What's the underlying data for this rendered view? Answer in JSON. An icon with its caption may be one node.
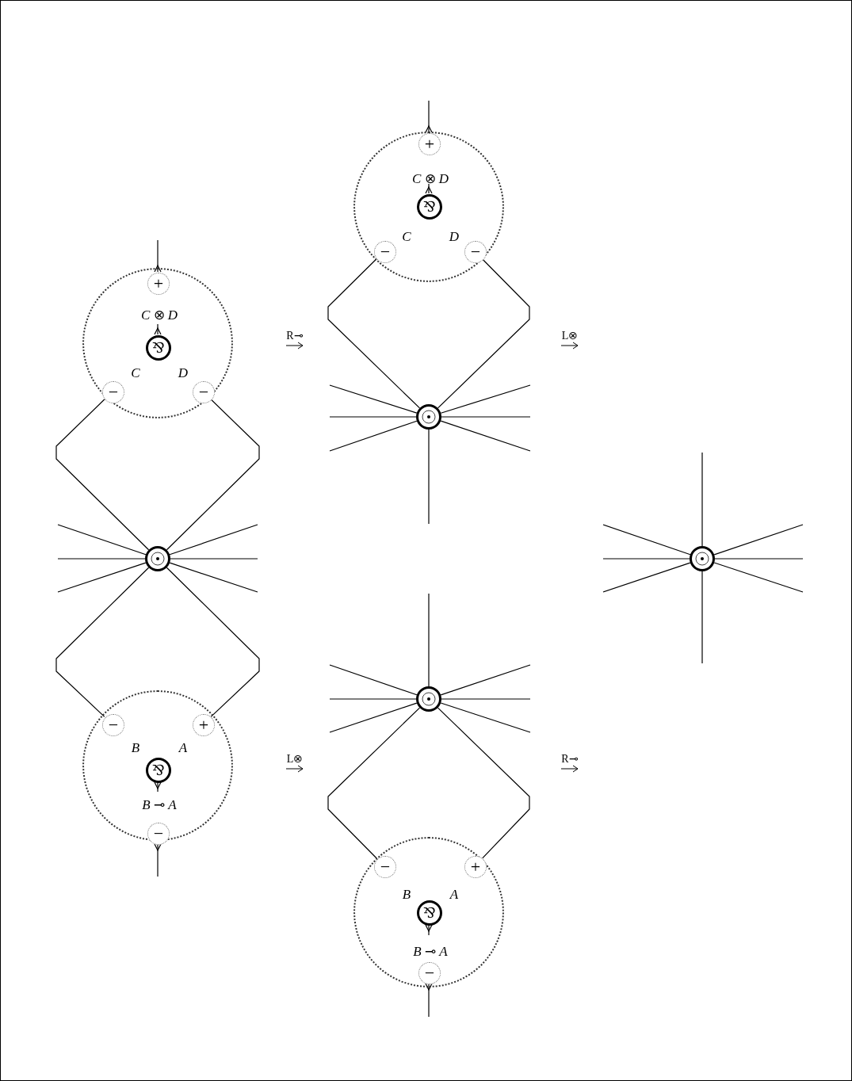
{
  "diagram": {
    "nodes": [
      {
        "text": [
          "*C* ⊗ *D*",
          "*C*",
          "*D*"
        ]
      },
      {
        "text": [
          "+"
        ],
        "in": 0
      },
      {
        "text": [
          "⅋"
        ],
        "in": 0
      },
      {
        "text": [
          "−"
        ],
        "in": 0
      },
      {
        "text": [
          "−"
        ],
        "in": 0
      },
      {
        "text": [],
        "shape": "circle"
      },
      {
        "text": [
          "*B*",
          "*A*",
          "*B* ⊸ *A*"
        ]
      },
      {
        "text": [
          "−"
        ],
        "in": 6
      },
      {
        "text": [
          "+"
        ],
        "in": 6
      },
      {
        "text": [
          "⅋"
        ],
        "in": 6
      },
      {
        "text": [
          "−"
        ],
        "in": 6
      },
      {
        "text": [
          "*C* ⊗ *D*",
          "*C*",
          "*D*"
        ]
      },
      {
        "text": [
          "+"
        ],
        "in": 11
      },
      {
        "text": [
          "⅋"
        ],
        "in": 11
      },
      {
        "text": [
          "−"
        ],
        "in": 11
      },
      {
        "text": [
          "−"
        ],
        "in": 11
      },
      {
        "text": [],
        "shape": "circle"
      },
      {
        "text": [],
        "shape": "circle"
      },
      {
        "text": [
          "*B*",
          "*A*",
          "*B* ⊸ *A*"
        ]
      },
      {
        "text": [
          "−"
        ],
        "in": 18
      },
      {
        "text": [
          "+"
        ],
        "in": 18
      },
      {
        "text": [
          "⅋"
        ],
        "in": 18
      },
      {
        "text": [
          "−"
        ],
        "in": 18
      },
      {
        "text": [],
        "shape": "circle"
      }
    ],
    "edges": [
      {
        "from": 1,
        "to": null,
        "arrow": "other"
      },
      {
        "from": 2,
        "to": null,
        "arrow": "other"
      },
      {
        "from": 3,
        "to": 5,
        "arrow": "none"
      },
      {
        "from": 4,
        "to": 5,
        "arrow": "none"
      },
      {
        "from": 5,
        "to": null,
        "arrow": "none"
      },
      {
        "from": 5,
        "to": null,
        "arrow": "none"
      },
      {
        "from": 5,
        "to": null,
        "arrow": "none"
      },
      {
        "from": 5,
        "to": null,
        "arrow": "none"
      },
      {
        "from": 5,
        "to": null,
        "arrow": "none"
      },
      {
        "from": 5,
        "to": null,
        "arrow": "none"
      },
      {
        "from": 5,
        "to": 7,
        "arrow": "none"
      },
      {
        "from": 5,
        "to": 8,
        "arrow": "none"
      },
      {
        "from": 9,
        "to": null,
        "arrow": "other"
      },
      {
        "from": 10,
        "to": null,
        "arrow": "other"
      },
      {
        "from": 12,
        "to": null,
        "arrow": "other"
      },
      {
        "from": 13,
        "to": null,
        "arrow": "other"
      },
      {
        "from": 14,
        "to": 16,
        "arrow": "none"
      },
      {
        "from": 15,
        "to": 16,
        "arrow": "none"
      },
      {
        "from": 16,
        "to": null,
        "arrow": "none"
      },
      {
        "from": 16,
        "to": null,
        "arrow": "none"
      },
      {
        "from": 16,
        "to": null,
        "arrow": "none"
      },
      {
        "from": 16,
        "to": null,
        "arrow": "none"
      },
      {
        "from": 16,
        "to": null,
        "arrow": "none"
      },
      {
        "from": 16,
        "to": null,
        "arrow": "none"
      },
      {
        "from": 16,
        "to": null,
        "arrow": "none"
      },
      {
        "from": 17,
        "to": null,
        "arrow": "none"
      },
      {
        "from": 17,
        "to": null,
        "arrow": "none"
      },
      {
        "from": 17,
        "to": null,
        "arrow": "none"
      },
      {
        "from": 17,
        "to": null,
        "arrow": "none"
      },
      {
        "from": 17,
        "to": null,
        "arrow": "none"
      },
      {
        "from": 17,
        "to": null,
        "arrow": "none"
      },
      {
        "from": 17,
        "to": null,
        "arrow": "none"
      },
      {
        "from": 17,
        "to": 19,
        "arrow": "none"
      },
      {
        "from": 17,
        "to": 20,
        "arrow": "none"
      },
      {
        "from": 21,
        "to": null,
        "arrow": "other"
      },
      {
        "from": 22,
        "to": null,
        "arrow": "other"
      },
      {
        "from": 23,
        "to": null,
        "arrow": "none"
      },
      {
        "from": 23,
        "to": null,
        "arrow": "none"
      },
      {
        "from": 23,
        "to": null,
        "arrow": "none"
      },
      {
        "from": 23,
        "to": null,
        "arrow": "none"
      },
      {
        "from": 23,
        "to": null,
        "arrow": "none"
      },
      {
        "from": 23,
        "to": null,
        "arrow": "none"
      },
      {
        "from": 23,
        "to": null,
        "arrow": "none"
      },
      {
        "from": 23,
        "to": null,
        "arrow": "none"
      }
    ],
    "labels": [
      "R⊸",
      "L⊗",
      "L⊗",
      "R⊸"
    ]
  }
}
